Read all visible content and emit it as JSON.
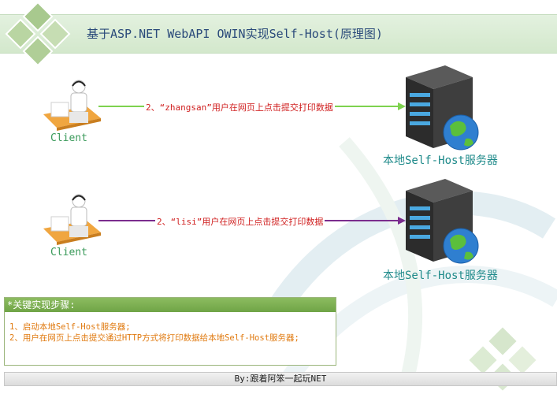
{
  "title": "基于ASP.NET WebAPI OWIN实现Self-Host(原理图)",
  "flows": [
    {
      "client_label": "Client",
      "arrow_label": "2、“zhangsan”用户在网页上点击提交打印数据",
      "server_label": "本地Self-Host服务器",
      "arrow_color": "#7ed24f"
    },
    {
      "client_label": "Client",
      "arrow_label": "2、“lisi”用户在网页上点击提交打印数据",
      "server_label": "本地Self-Host服务器",
      "arrow_color": "#7b2d8e"
    }
  ],
  "steps": {
    "header": "*关键实现步骤:",
    "items": [
      "1、启动本地Self-Host服务器;",
      "2、用户在网页上点击提交通过HTTP方式将打印数据给本地Self-Host服务器;"
    ]
  },
  "footer": "By:跟着阿笨一起玩NET",
  "icons": {
    "client": "person-with-headset-at-desk-icon",
    "server": "server-tower-with-globe-icon",
    "logo": "green-diamonds-logo-icon"
  },
  "colors": {
    "title_bar": "#d8ebd2",
    "steps_header": "#7db052",
    "steps_text": "#e07a10",
    "arrow_text": "#d02020"
  }
}
